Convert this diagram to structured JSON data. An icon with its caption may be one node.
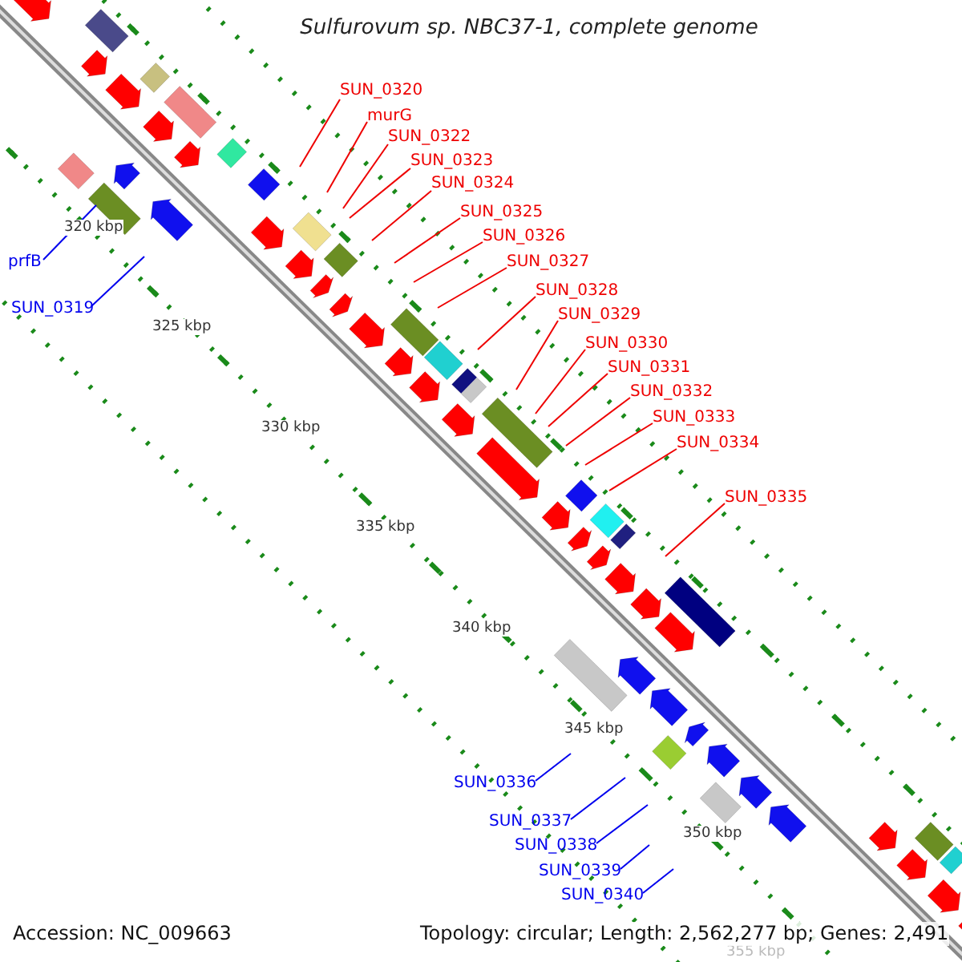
{
  "diagram": {
    "title": "Sulfurovum sp. NBC37-1, complete genome",
    "nodes": [
      {
        "text": [
          "SUN_0320"
        ]
      },
      {
        "text": [
          "murG"
        ]
      },
      {
        "text": [
          "SUN_0322"
        ]
      },
      {
        "text": [
          "SUN_0323"
        ]
      },
      {
        "text": [
          "SUN_0324"
        ]
      },
      {
        "text": [
          "SUN_0325"
        ]
      },
      {
        "text": [
          "SUN_0326"
        ]
      },
      {
        "text": [
          "SUN_0327"
        ]
      },
      {
        "text": [
          "SUN_0328"
        ]
      },
      {
        "text": [
          "SUN_0329"
        ]
      },
      {
        "text": [
          "SUN_0330"
        ]
      },
      {
        "text": [
          "SUN_0331"
        ]
      },
      {
        "text": [
          "SUN_0332"
        ]
      },
      {
        "text": [
          "SUN_0333"
        ]
      },
      {
        "text": [
          "SUN_0334"
        ]
      },
      {
        "text": [
          "SUN_0335"
        ]
      },
      {
        "text": [
          "prfB"
        ]
      },
      {
        "text": [
          "SUN_0319"
        ]
      },
      {
        "text": [
          "SUN_0336"
        ]
      },
      {
        "text": [
          "SUN_0337"
        ]
      },
      {
        "text": [
          "SUN_0338"
        ]
      },
      {
        "text": [
          "SUN_0339"
        ]
      },
      {
        "text": [
          "SUN_0340"
        ]
      }
    ],
    "edges": [
      {
        "from": 0,
        "to": null,
        "arrow": "none"
      },
      {
        "from": 1,
        "to": null,
        "arrow": "none"
      },
      {
        "from": 2,
        "to": null,
        "arrow": "none"
      },
      {
        "from": 3,
        "to": null,
        "arrow": "none"
      },
      {
        "from": 4,
        "to": null,
        "arrow": "none"
      },
      {
        "from": 5,
        "to": null,
        "arrow": "none"
      },
      {
        "from": 6,
        "to": null,
        "arrow": "none"
      },
      {
        "from": 7,
        "to": null,
        "arrow": "none"
      },
      {
        "from": 8,
        "to": null,
        "arrow": "none"
      },
      {
        "from": 9,
        "to": null,
        "arrow": "none"
      },
      {
        "from": 10,
        "to": null,
        "arrow": "none"
      },
      {
        "from": 11,
        "to": null,
        "arrow": "none"
      },
      {
        "from": 12,
        "to": null,
        "arrow": "none"
      },
      {
        "from": 13,
        "to": null,
        "arrow": "none"
      },
      {
        "from": 14,
        "to": null,
        "arrow": "none"
      },
      {
        "from": 15,
        "to": null,
        "arrow": "none"
      },
      {
        "from": 16,
        "to": null,
        "arrow": "none",
        "color": "#0000ee"
      },
      {
        "from": 17,
        "to": null,
        "arrow": "none",
        "color": "#0000ee"
      },
      {
        "from": 18,
        "to": null,
        "arrow": "none",
        "color": "#0000ee"
      },
      {
        "from": 19,
        "to": null,
        "arrow": "none",
        "color": "#0000ee"
      },
      {
        "from": 20,
        "to": null,
        "arrow": "none",
        "color": "#0000ee"
      },
      {
        "from": 21,
        "to": null,
        "arrow": "none",
        "color": "#0000ee"
      },
      {
        "from": 22,
        "to": null,
        "arrow": "none",
        "color": "#0000ee"
      }
    ],
    "labels": [
      "320 kbp",
      "325 kbp",
      "330 kbp",
      "335 kbp",
      "340 kbp",
      "345 kbp",
      "350 kbp",
      "355 kbp",
      "Accession: NC_009663",
      "Topology: circular; Length: 2,562,277 bp; Genes: 2,491"
    ]
  }
}
